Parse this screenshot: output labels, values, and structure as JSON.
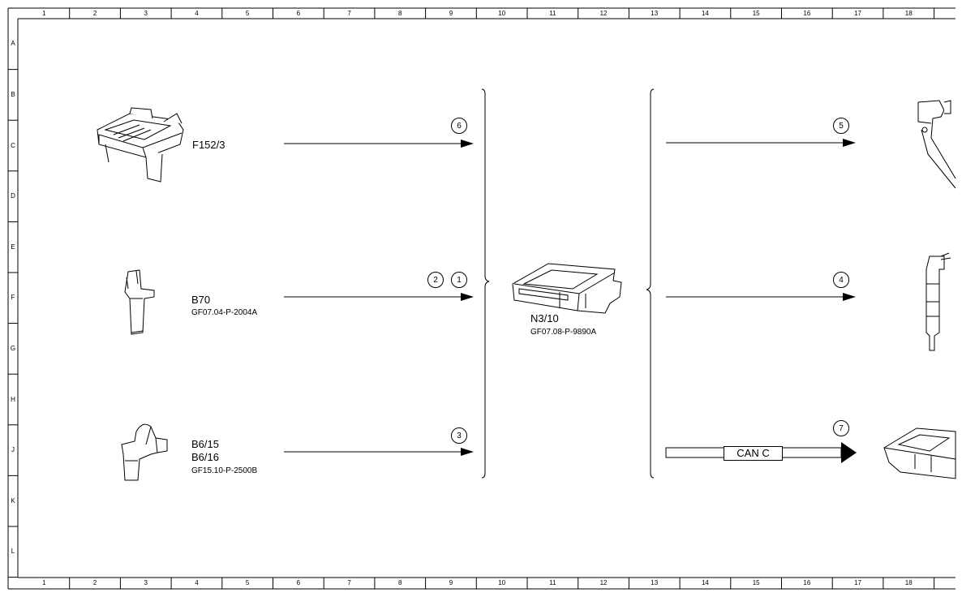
{
  "frame": {
    "columns": [
      "1",
      "2",
      "3",
      "4",
      "5",
      "6",
      "7",
      "8",
      "9",
      "10",
      "11",
      "12",
      "13",
      "14",
      "15",
      "16",
      "17",
      "18"
    ],
    "rows": [
      "A",
      "B",
      "C",
      "D",
      "E",
      "F",
      "G",
      "H",
      "J",
      "K",
      "L"
    ]
  },
  "components": {
    "f152": {
      "label": "F152/3"
    },
    "b70": {
      "label": "B70",
      "ref": "GF07.04-P-2004A"
    },
    "b6": {
      "label1": "B6/15",
      "label2": "B6/16",
      "ref": "GF15.10-P-2500B"
    },
    "n3": {
      "label": "N3/10",
      "ref": "GF07.08-P-9890A"
    }
  },
  "signals": {
    "s6": "6",
    "s2": "2",
    "s1": "1",
    "s3": "3",
    "s5": "5",
    "s4": "4",
    "s7": "7"
  },
  "can": {
    "label": "CAN C"
  }
}
